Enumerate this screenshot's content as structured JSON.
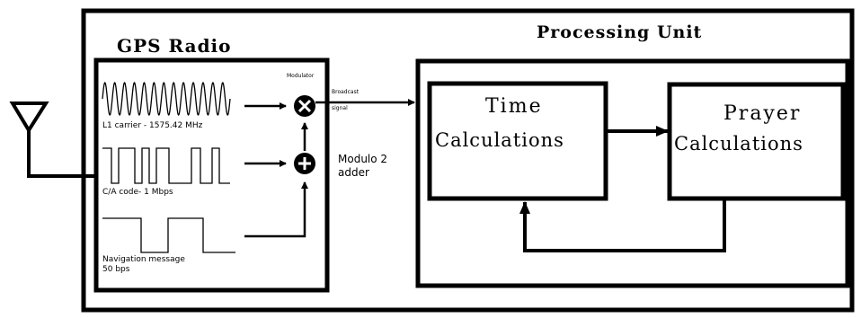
{
  "gps_radio": {
    "title": "GPS Radio",
    "signals": [
      {
        "label": "L1 carrier - 1575.42 MHz",
        "waveform": "sine"
      },
      {
        "label": "C/A code- 1 Mbps",
        "waveform": "square-fast"
      },
      {
        "label": "Navigation message",
        "sublabel": "50 bps",
        "waveform": "square-slow"
      }
    ],
    "modulator_label": "Modulator",
    "adder_label_line1": "Modulo 2",
    "adder_label_line2": "adder",
    "broadcast_line1": "Broadcast",
    "broadcast_line2": "signal"
  },
  "processing_unit": {
    "title": "Processing Unit",
    "time_line1": "Time",
    "time_line2": "Calculations",
    "prayer_line1": "Prayer",
    "prayer_line2": "Calculations"
  },
  "colors": {
    "stroke": "#000000",
    "background": "#ffffff"
  },
  "icons": {
    "antenna": "antenna-icon",
    "multiply": "multiply-circle-icon",
    "add": "plus-circle-icon"
  }
}
